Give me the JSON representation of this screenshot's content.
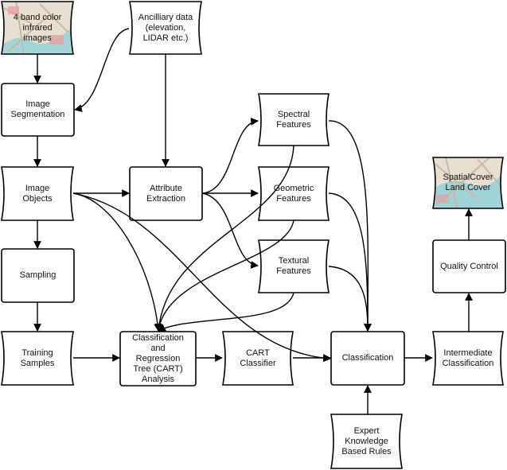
{
  "colors": {
    "stroke": "#000000",
    "map_land": "#e6dfd2",
    "map_water": "#8fd0d9",
    "map_roads": "#c9b8a8",
    "map_red": "#e3a3a3"
  },
  "nodes": {
    "cir_images": "4 band color\ninfrared\nimages",
    "ancillary": "Ancilliary data\n(elevation,\nLIDAR etc.)",
    "segmentation": "Image\nSegmentation",
    "image_objects": "Image\nObjects",
    "attribute_extraction": "Attribute\nExtraction",
    "spectral": "Spectral\nFeatures",
    "geometric": "Geometric\nFeatures",
    "textural": "Textural\nFeatures",
    "sampling": "Sampling",
    "training": "Training\nSamples",
    "cart_analysis": "Classification\nand\nRegression\nTree (CART)\nAnalysis",
    "cart_classifier": "CART\nClassifier",
    "classification": "Classification",
    "intermediate": "Intermediate\nClassification",
    "quality": "Quality Control",
    "landcover": "SpatialCover\nLand Cover",
    "expert": "Expert\nKnowledge\nBased Rules"
  }
}
